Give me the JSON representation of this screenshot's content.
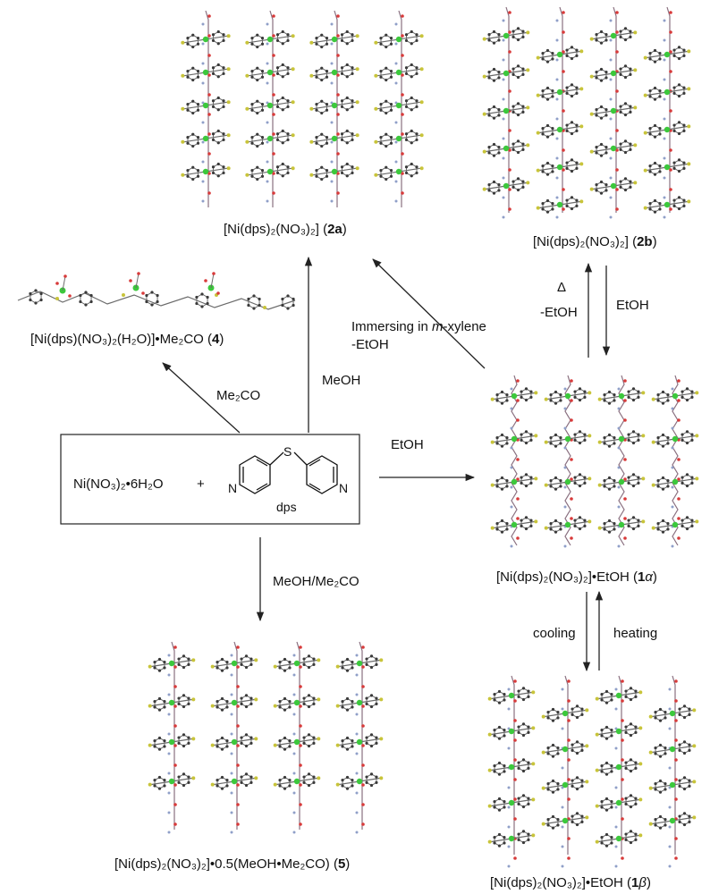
{
  "colors": {
    "nickel": "#3cc83c",
    "oxygen": "#d83a3a",
    "sulfur": "#c8c43a",
    "nitrogen": "#8f9fc8",
    "carbon": "#3a3a3a",
    "bond": "#6a6a6a"
  },
  "reactants": {
    "salt": "Ni(NO₃)₂•6H₂O",
    "plus": "+",
    "ligand_name": "dps",
    "ligand_atoms": {
      "S": "S",
      "N": "N"
    }
  },
  "compounds": {
    "c2a": {
      "formula": "[Ni(dps)₂(NO₃)₂]",
      "id_open": "(",
      "id": "2a",
      "id_close": ")"
    },
    "c2b": {
      "formula": "[Ni(dps)₂(NO₃)₂]",
      "id_open": "(",
      "id": "2b",
      "id_close": ")"
    },
    "c4": {
      "formula": "[Ni(dps)(NO₃)₂(H₂O)]•Me₂CO",
      "id_open": "(",
      "id": "4",
      "id_close": ")"
    },
    "c1a": {
      "formula": "[Ni(dps)₂(NO₃)₂]•EtOH",
      "id_open": "(",
      "id": "1",
      "id_greek": "α",
      "id_close": ")"
    },
    "c1b": {
      "formula": "[Ni(dps)₂(NO₃)₂]•EtOH",
      "id_open": "(",
      "id": "1",
      "id_greek": "β",
      "id_close": ")"
    },
    "c5": {
      "formula": "[Ni(dps)₂(NO₃)₂]•0.5(MeOH•Me₂CO)",
      "id_open": "(",
      "id": "5",
      "id_close": ")"
    }
  },
  "conditions": {
    "meoh": "MeOH",
    "me2co": "Me₂CO",
    "etoh_main": "EtOH",
    "meoh_me2co": "MeOH/Me₂CO",
    "immersing_pre": "Immersing in ",
    "immersing_italic": "m",
    "immersing_post": "-xylene",
    "minus_etoh": "-EtOH",
    "delta": "Δ",
    "minus_etoh_2": "-EtOH",
    "etoh_2b": "EtOH",
    "cooling": "cooling",
    "heating": "heating"
  }
}
